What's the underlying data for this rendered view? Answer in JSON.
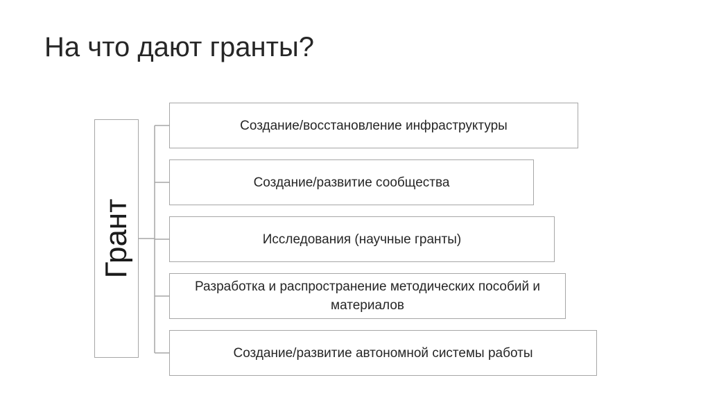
{
  "slide": {
    "title": "На что дают гранты?"
  },
  "diagram": {
    "root": {
      "label": "Грант"
    },
    "items": [
      {
        "label": "Создание/восстановление инфраструктуры"
      },
      {
        "label": "Создание/развитие сообщества"
      },
      {
        "label": "Исследования (научные гранты)"
      },
      {
        "label": "Разработка и распространение методических пособий и материалов"
      },
      {
        "label": "Создание/развитие автономной системы работы"
      }
    ],
    "colors": {
      "border": "#a6a6a6",
      "text": "#262626",
      "background": "#ffffff"
    }
  }
}
